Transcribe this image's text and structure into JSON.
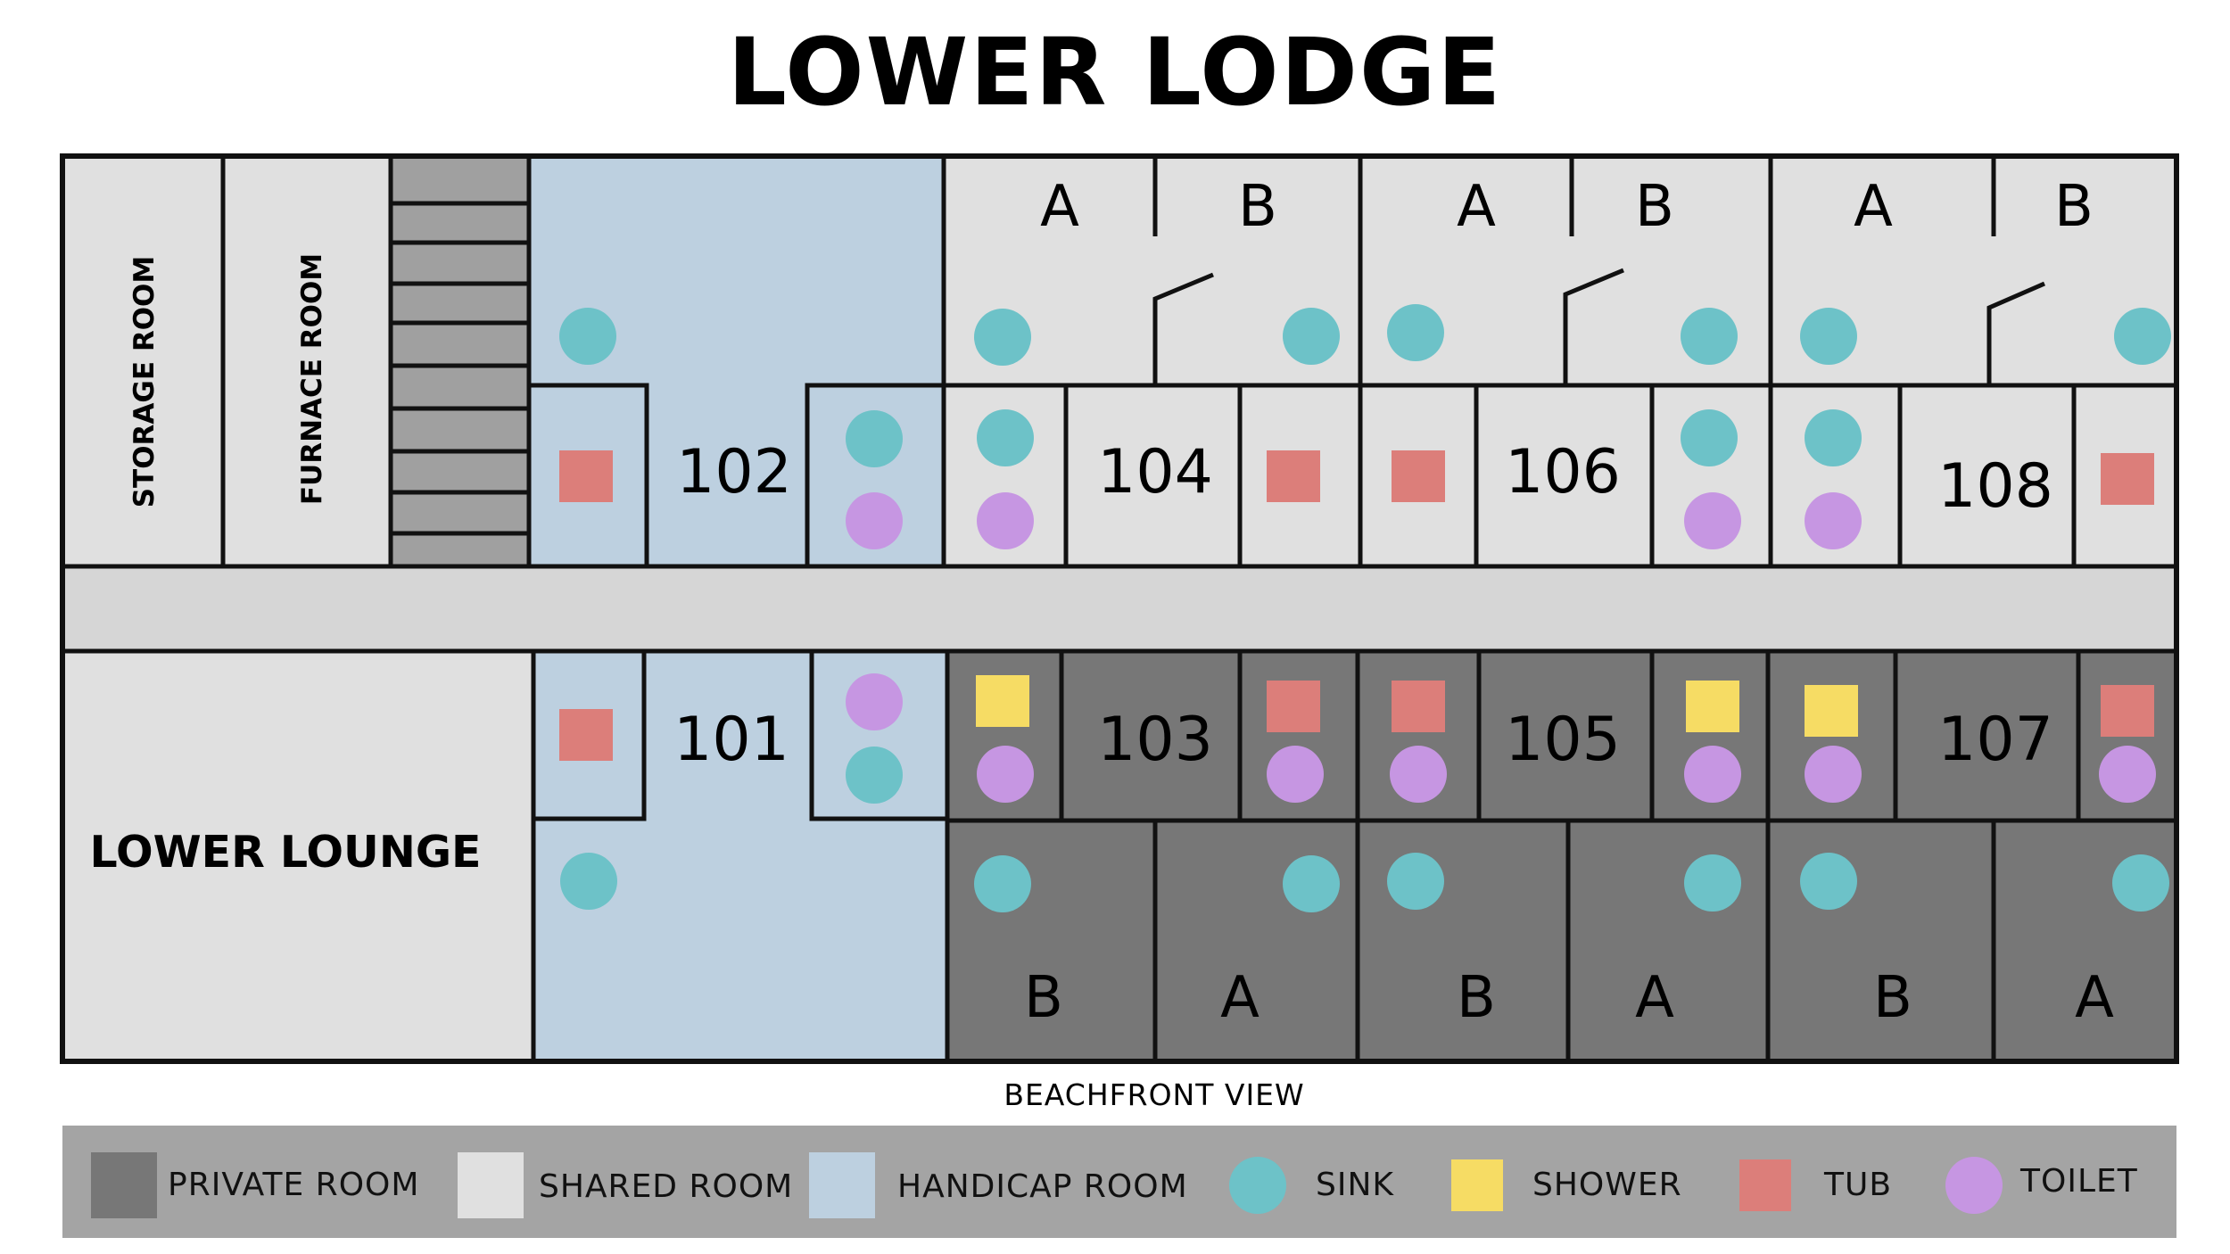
{
  "title": "LOWER LODGE",
  "colors": {
    "private": "#777777",
    "shared": "#e0e0e0",
    "hallway": "#d6d6d6",
    "handicap": "#bdd0e0",
    "stairs": "#a0a0a0",
    "sink": "#6dc2c8",
    "shower": "#f6dc64",
    "tub": "#dc7e7a",
    "toilet": "#c696e2",
    "legend_bg": "#a4a4a4"
  },
  "rooms": {
    "storage": "STORAGE ROOM",
    "furnace": "FURNACE ROOM",
    "lounge": "LOWER LOUNGE",
    "r101": "101",
    "r102": "102",
    "r103": "103",
    "r104": "104",
    "r105": "105",
    "r106": "106",
    "r107": "107",
    "r108": "108"
  },
  "bed_labels": {
    "a": "A",
    "b": "B"
  },
  "view_label": "BEACHFRONT VIEW",
  "legend": {
    "private": "PRIVATE ROOM",
    "shared": "SHARED ROOM",
    "handicap": "HANDICAP ROOM",
    "sink": "SINK",
    "shower": "SHOWER",
    "tub": "TUB",
    "toilet": "TOILET"
  }
}
